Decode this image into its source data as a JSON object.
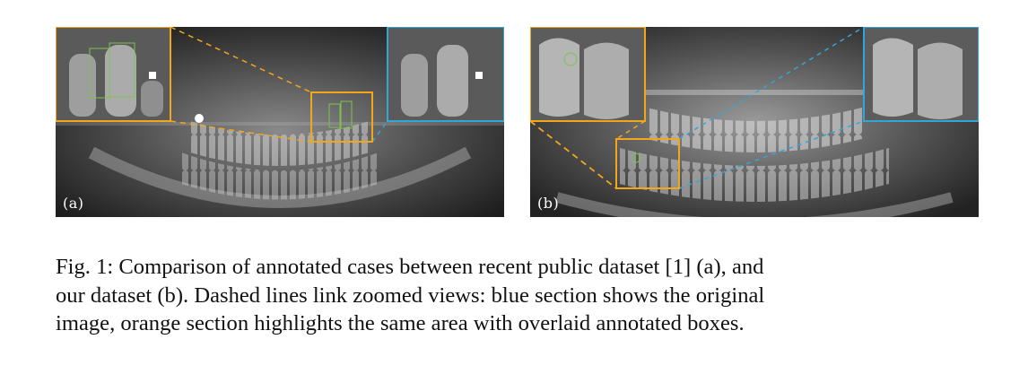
{
  "figure": {
    "panels": [
      {
        "id": "a",
        "label": "(a)"
      },
      {
        "id": "b",
        "label": "(b)"
      }
    ],
    "colors": {
      "orange": "#f2a71b",
      "blue": "#33a6d8",
      "annotation_box": "#7fc34d"
    }
  },
  "caption": {
    "line1": "Fig. 1: Comparison of annotated cases between recent public dataset  [1] (a), and",
    "line2": "our dataset (b). Dashed lines link zoomed views: blue section shows the original",
    "line3": "image, orange section highlights the same area with overlaid annotated boxes."
  }
}
